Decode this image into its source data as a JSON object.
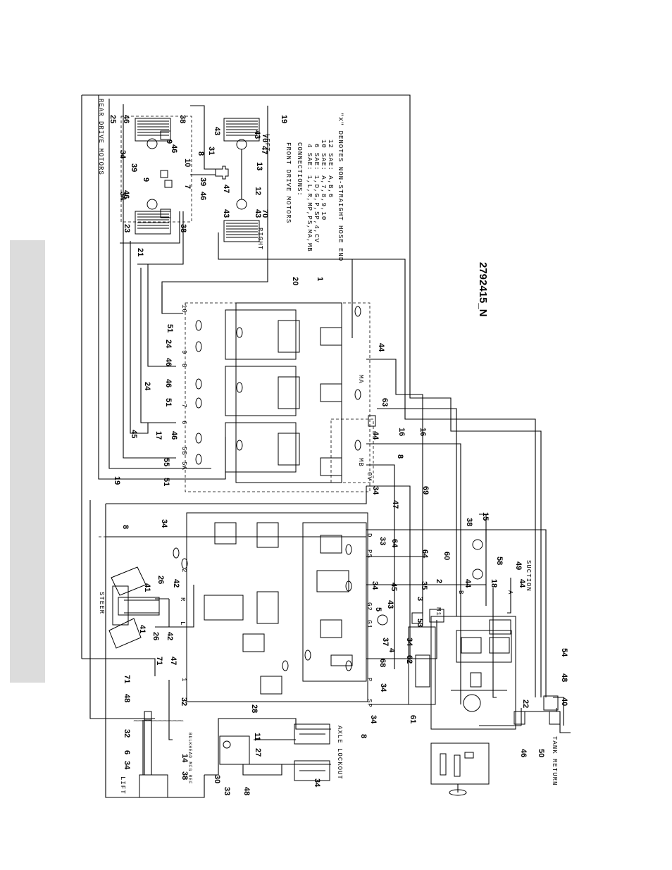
{
  "drawing_number": "2792415_N",
  "titles": {
    "rear_drive_motors": "REAR DRIVE MOTORS",
    "front_drive_motors": "FRONT DRIVE MOTORS",
    "steer": "STEER",
    "lift": "LIFT",
    "axle_lockout": "AXLE LOCKOUT",
    "tank_return": "TANK RETURN",
    "suction": "SUCTION",
    "left": "LEFT",
    "right": "RIGHT",
    "bulkhead": "BULKHEAD MFG REF"
  },
  "connections": {
    "heading": "CONNECTIONS:",
    "lines": [
      "4 SAE: 1,L,R,MP,PS,MA,MB",
      "6 SAE: 1,D,G,P,SP,4,CV",
      "10 SAE: A,7,8,9,10",
      "12 SAE: A,B,6"
    ],
    "note": "\"X\" DENOTES NON-STRAIGHT HOSE END"
  },
  "callouts": [
    {
      "id": "c1",
      "text": "25"
    },
    {
      "id": "c2",
      "text": "46"
    },
    {
      "id": "c3",
      "text": "38"
    },
    {
      "id": "c4",
      "text": "34"
    },
    {
      "id": "c5",
      "text": "9"
    },
    {
      "id": "c6",
      "text": "46"
    },
    {
      "id": "c7",
      "text": "10"
    },
    {
      "id": "c8",
      "text": "39"
    },
    {
      "id": "c9",
      "text": "9"
    },
    {
      "id": "c10",
      "text": "39"
    },
    {
      "id": "c11",
      "text": "7"
    },
    {
      "id": "c12",
      "text": "34"
    },
    {
      "id": "c13",
      "text": "46"
    },
    {
      "id": "c14",
      "text": "46"
    },
    {
      "id": "c15",
      "text": "23"
    },
    {
      "id": "c16",
      "text": "38"
    },
    {
      "id": "c17",
      "text": "8"
    },
    {
      "id": "c18",
      "text": "31"
    },
    {
      "id": "c19",
      "text": "43"
    },
    {
      "id": "c20",
      "text": "43"
    },
    {
      "id": "c21",
      "text": "70"
    },
    {
      "id": "c22",
      "text": "19"
    },
    {
      "id": "c23",
      "text": "47"
    },
    {
      "id": "c24",
      "text": "13"
    },
    {
      "id": "c25",
      "text": "47"
    },
    {
      "id": "c26",
      "text": "12"
    },
    {
      "id": "c27",
      "text": "43"
    },
    {
      "id": "c28",
      "text": "43"
    },
    {
      "id": "c29",
      "text": "70"
    },
    {
      "id": "c30",
      "text": "21"
    },
    {
      "id": "c31",
      "text": "20"
    },
    {
      "id": "c32",
      "text": "1"
    },
    {
      "id": "c33",
      "text": "51"
    },
    {
      "id": "c34",
      "text": "24"
    },
    {
      "id": "c35",
      "text": "46"
    },
    {
      "id": "c36",
      "text": "24"
    },
    {
      "id": "c37",
      "text": "46"
    },
    {
      "id": "c38",
      "text": "51"
    },
    {
      "id": "c39",
      "text": "45"
    },
    {
      "id": "c40",
      "text": "17"
    },
    {
      "id": "c41",
      "text": "46"
    },
    {
      "id": "c42",
      "text": "55"
    },
    {
      "id": "c43",
      "text": "51"
    },
    {
      "id": "c44",
      "text": "19"
    },
    {
      "id": "c45",
      "text": "44"
    },
    {
      "id": "c46",
      "text": "63"
    },
    {
      "id": "c47",
      "text": "44"
    },
    {
      "id": "c48",
      "text": "16"
    },
    {
      "id": "c49",
      "text": "16"
    },
    {
      "id": "c50",
      "text": "8"
    },
    {
      "id": "c51",
      "text": "34"
    },
    {
      "id": "c52",
      "text": "69"
    },
    {
      "id": "c53",
      "text": "47"
    },
    {
      "id": "c54",
      "text": "15"
    },
    {
      "id": "c55",
      "text": "38"
    },
    {
      "id": "c56",
      "text": "58"
    },
    {
      "id": "c57",
      "text": "49"
    },
    {
      "id": "c58",
      "text": "8"
    },
    {
      "id": "c59",
      "text": "34"
    },
    {
      "id": "c60",
      "text": "33"
    },
    {
      "id": "c61",
      "text": "64"
    },
    {
      "id": "c62",
      "text": "64"
    },
    {
      "id": "c63",
      "text": "60"
    },
    {
      "id": "c64",
      "text": "2"
    },
    {
      "id": "c65",
      "text": "18"
    },
    {
      "id": "c66",
      "text": "44"
    },
    {
      "id": "c67",
      "text": "44"
    },
    {
      "id": "c68",
      "text": "42"
    },
    {
      "id": "c69",
      "text": "26"
    },
    {
      "id": "c70",
      "text": "41"
    },
    {
      "id": "c71",
      "text": "41"
    },
    {
      "id": "c72",
      "text": "26"
    },
    {
      "id": "c73",
      "text": "42"
    },
    {
      "id": "c74",
      "text": "34"
    },
    {
      "id": "c75",
      "text": "45"
    },
    {
      "id": "c76",
      "text": "35"
    },
    {
      "id": "c77",
      "text": "43"
    },
    {
      "id": "c78",
      "text": "3"
    },
    {
      "id": "c79",
      "text": "5"
    },
    {
      "id": "c80",
      "text": "37"
    },
    {
      "id": "c81",
      "text": "53"
    },
    {
      "id": "c82",
      "text": "4"
    },
    {
      "id": "c83",
      "text": "68"
    },
    {
      "id": "c84",
      "text": "34"
    },
    {
      "id": "c85",
      "text": "62"
    },
    {
      "id": "c86",
      "text": "34"
    },
    {
      "id": "c87",
      "text": "71"
    },
    {
      "id": "c88",
      "text": "47"
    },
    {
      "id": "c89",
      "text": "71"
    },
    {
      "id": "c90",
      "text": "48"
    },
    {
      "id": "c91",
      "text": "32"
    },
    {
      "id": "c92",
      "text": "32"
    },
    {
      "id": "c93",
      "text": "34"
    },
    {
      "id": "c94",
      "text": "6"
    },
    {
      "id": "c95",
      "text": "14"
    },
    {
      "id": "c96",
      "text": "38"
    },
    {
      "id": "c97",
      "text": "28"
    },
    {
      "id": "c98",
      "text": "11"
    },
    {
      "id": "c99",
      "text": "27"
    },
    {
      "id": "c100",
      "text": "30"
    },
    {
      "id": "c101",
      "text": "33"
    },
    {
      "id": "c102",
      "text": "48"
    },
    {
      "id": "c103",
      "text": "34"
    },
    {
      "id": "c104",
      "text": "8"
    },
    {
      "id": "c105",
      "text": "34"
    },
    {
      "id": "c106",
      "text": "61"
    },
    {
      "id": "c107",
      "text": "22"
    },
    {
      "id": "c108",
      "text": "46"
    },
    {
      "id": "c109",
      "text": "50"
    },
    {
      "id": "c110",
      "text": "54"
    },
    {
      "id": "c111",
      "text": "48"
    },
    {
      "id": "c112",
      "text": "40"
    }
  ],
  "port_labels": [
    {
      "id": "p1",
      "text": "10"
    },
    {
      "id": "p2",
      "text": "9"
    },
    {
      "id": "p3",
      "text": "8"
    },
    {
      "id": "p4",
      "text": "7"
    },
    {
      "id": "p5",
      "text": "6"
    },
    {
      "id": "p6",
      "text": "5A"
    },
    {
      "id": "p7",
      "text": "5B"
    },
    {
      "id": "p8",
      "text": "MA"
    },
    {
      "id": "p9",
      "text": "MB"
    },
    {
      "id": "p10",
      "text": "CV"
    },
    {
      "id": "p11",
      "text": "PS"
    },
    {
      "id": "p12",
      "text": "G2"
    },
    {
      "id": "p13",
      "text": "G1"
    },
    {
      "id": "p14",
      "text": "SP"
    },
    {
      "id": "p15",
      "text": "P"
    },
    {
      "id": "p16",
      "text": "D"
    },
    {
      "id": "p17",
      "text": "R"
    },
    {
      "id": "p18",
      "text": "L"
    },
    {
      "id": "p19",
      "text": "B"
    },
    {
      "id": "p20",
      "text": "A"
    },
    {
      "id": "p21",
      "text": "M1"
    },
    {
      "id": "p22",
      "text": "1"
    },
    {
      "id": "p23",
      "text": "2"
    }
  ]
}
